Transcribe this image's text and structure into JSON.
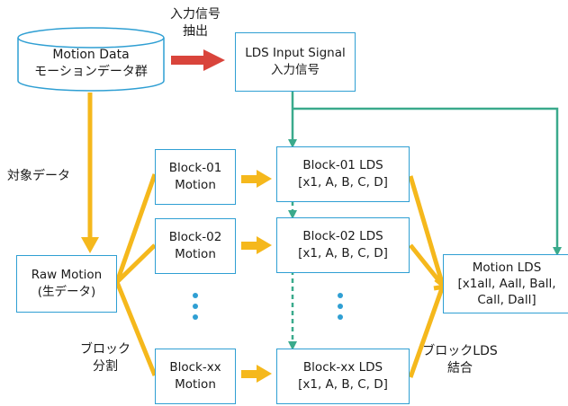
{
  "database": {
    "line1": "Motion Data",
    "line2": "モーションデータ群"
  },
  "extract_label": {
    "line1": "入力信号",
    "line2": "抽出"
  },
  "lds_input": {
    "line1": "LDS Input Signal",
    "line2": "入力信号"
  },
  "target_label": "対象データ",
  "raw_motion": {
    "line1": "Raw Motion",
    "line2": "(生データ)"
  },
  "split_label": {
    "line1": "ブロック",
    "line2": "分割"
  },
  "blocks": [
    {
      "motion_line1": "Block-01",
      "motion_line2": "Motion",
      "lds_line1": "Block-01 LDS",
      "lds_line2": "[x1, A, B, C, D]"
    },
    {
      "motion_line1": "Block-02",
      "motion_line2": "Motion",
      "lds_line1": "Block-02 LDS",
      "lds_line2": "[x1, A, B, C, D]"
    },
    {
      "motion_line1": "Block-xx",
      "motion_line2": "Motion",
      "lds_line1": "Block-xx LDS",
      "lds_line2": "[x1, A, B, C, D]"
    }
  ],
  "combine_label": {
    "line1": "ブロックLDS",
    "line2": "結合"
  },
  "motion_lds": {
    "line1": "Motion LDS",
    "line2": "[x1all, Aall, Ball,",
    "line3": "Call, Dall]"
  },
  "colors": {
    "box_border": "#2f9fd3",
    "orange": "#f5b81c",
    "teal": "#3aaa8c",
    "red": "#d9443b",
    "dots": "#2f9fd3"
  }
}
